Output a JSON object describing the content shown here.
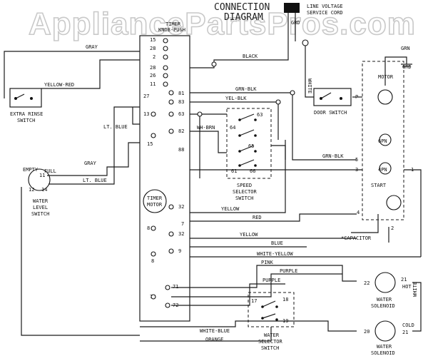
{
  "watermark": "AppliancePartsPros.com",
  "header": {
    "title_line1": "CONNECTION",
    "title_line2": "DIAGRAM",
    "cord_label_line1": "LINE VOLTAGE",
    "cord_label_line2": "SERVICE CORD",
    "grd": "GRD"
  },
  "timer": {
    "label_line1": "TIMER",
    "label_line2": "KNOB-PUSH",
    "motor_line1": "TIMER",
    "motor_line2": "MOTOR",
    "contacts": [
      "15",
      "28",
      "2",
      "28",
      "26",
      "11",
      "27",
      "81",
      "83",
      "13",
      "63",
      "82",
      "15",
      "88",
      "32",
      "7",
      "8",
      "32",
      "9",
      "8",
      "71",
      "70",
      "72"
    ]
  },
  "wires": {
    "gray_top": "GRAY",
    "yellow_red": "YELLOW-RED",
    "black": "BLACK",
    "grn_blk_1": "GRN-BLK",
    "yel_blk": "YEL-BLK",
    "lt_blue_1": "LT. BLUE",
    "wh_brn": "WH-BRN",
    "grn_blk_2": "GRN-BLK",
    "gray_mid": "GRAY",
    "lt_blue_2": "LT. BLUE",
    "yellow_1": "YELLOW",
    "red": "RED",
    "yellow_2": "YELLOW",
    "blue": "BLUE",
    "white_yellow": "WHITE-YELLOW",
    "pink": "PINK",
    "purple_1": "PURPLE",
    "purple_2": "PURPLE",
    "white_blue": "WHITE-BLUE",
    "orange": "ORANGE",
    "white_vert": "WHITE",
    "white_right": "WHITE",
    "grn": "GRN"
  },
  "components": {
    "extra_rinse_line1": "EXTRA RINSE",
    "extra_rinse_line2": "SWITCH",
    "water_level_line1": "WATER",
    "water_level_line2": "LEVEL",
    "water_level_line3": "SWITCH",
    "empty": "EMPTY",
    "full": "FULL",
    "wl_terminals": [
      "11",
      "12",
      "14"
    ],
    "speed_line1": "SPEED",
    "speed_line2": "SELECTOR",
    "speed_line3": "SWITCH",
    "speed_terminals": [
      "63",
      "64",
      "65",
      "61",
      "66"
    ],
    "door_switch": "DOOR SWITCH",
    "motor": "MOTOR",
    "grd": "GRD",
    "motor_terminals": [
      "P",
      "5",
      "3",
      "1",
      "4",
      "2"
    ],
    "pole_6": "6PN",
    "pole_4": "4PN",
    "start": "START",
    "capacitor": "*CAPACITOR",
    "water_selector_line1": "WATER",
    "water_selector_line2": "SELECTOR",
    "water_selector_line3": "SWITCH",
    "ws_terminals": [
      "17",
      "18",
      "19"
    ],
    "hot_solenoid_line1": "WATER",
    "hot_solenoid_line2": "SOLENOID",
    "hot": "HOT",
    "hot_terminals": [
      "22",
      "21"
    ],
    "cold_solenoid_line1": "WATER",
    "cold_solenoid_line2": "SOLENOID",
    "cold": "COLD",
    "cold_terminals": [
      "20",
      "21"
    ]
  }
}
